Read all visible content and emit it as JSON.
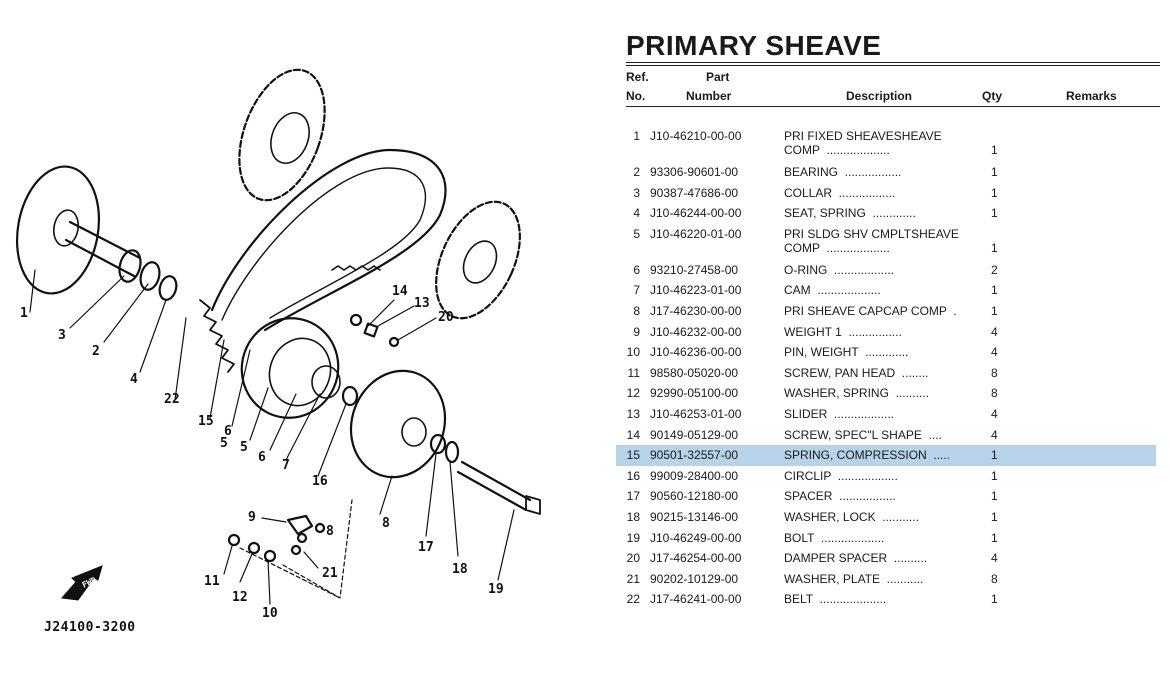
{
  "diagram": {
    "drawing_code": "J24100-3200",
    "fwd_label": "FWD",
    "callouts": [
      "1",
      "2",
      "3",
      "4",
      "5",
      "6",
      "7",
      "8",
      "9",
      "10",
      "11",
      "12",
      "13",
      "14",
      "15",
      "16",
      "17",
      "18",
      "19",
      "20",
      "21",
      "22",
      "6",
      "5",
      "8"
    ]
  },
  "table": {
    "title": "PRIMARY SHEAVE",
    "headers": {
      "ref_line1": "Ref.",
      "ref_line2": "No.",
      "part_line1": "Part",
      "part_line2": "Number",
      "description": "Description",
      "qty": "Qty",
      "remarks": "Remarks"
    },
    "highlighted_ref": "15",
    "rows": [
      {
        "ref": "1",
        "part": "J10-46210-00-00",
        "desc1": "PRI FIXED SHEAVESHEAVE",
        "desc2": "COMP  ...................",
        "qty": "1"
      },
      {
        "ref": "2",
        "part": "93306-90601-00",
        "desc1": "BEARING  .................",
        "desc2": "",
        "qty": "1"
      },
      {
        "ref": "3",
        "part": "90387-47686-00",
        "desc1": "COLLAR  .................",
        "desc2": "",
        "qty": "1"
      },
      {
        "ref": "4",
        "part": "J10-46244-00-00",
        "desc1": "SEAT, SPRING  .............",
        "desc2": "",
        "qty": "1"
      },
      {
        "ref": "5",
        "part": "J10-46220-01-00",
        "desc1": "PRI SLDG SHV CMPLTSHEAVE",
        "desc2": "COMP  ...................",
        "qty": "1"
      },
      {
        "ref": "6",
        "part": "93210-27458-00",
        "desc1": "O-RING  ..................",
        "desc2": "",
        "qty": "2"
      },
      {
        "ref": "7",
        "part": "J10-46223-01-00",
        "desc1": "CAM  ...................",
        "desc2": "",
        "qty": "1"
      },
      {
        "ref": "8",
        "part": "J17-46230-00-00",
        "desc1": "PRI SHEAVE CAPCAP COMP  .",
        "desc2": "",
        "qty": "1"
      },
      {
        "ref": "9",
        "part": "J10-46232-00-00",
        "desc1": "WEIGHT 1  ................",
        "desc2": "",
        "qty": "4"
      },
      {
        "ref": "10",
        "part": "J10-46236-00-00",
        "desc1": "PIN, WEIGHT  .............",
        "desc2": "",
        "qty": "4"
      },
      {
        "ref": "11",
        "part": "98580-05020-00",
        "desc1": "SCREW, PAN HEAD  ........",
        "desc2": "",
        "qty": "8"
      },
      {
        "ref": "12",
        "part": "92990-05100-00",
        "desc1": "WASHER, SPRING  ..........",
        "desc2": "",
        "qty": "8"
      },
      {
        "ref": "13",
        "part": "J10-46253-01-00",
        "desc1": "SLIDER  ..................",
        "desc2": "",
        "qty": "4"
      },
      {
        "ref": "14",
        "part": "90149-05129-00",
        "desc1": "SCREW, SPEC\"L SHAPE  ....",
        "desc2": "",
        "qty": "4"
      },
      {
        "ref": "15",
        "part": "90501-32557-00",
        "desc1": "SPRING, COMPRESSION  .....",
        "desc2": "",
        "qty": "1"
      },
      {
        "ref": "16",
        "part": "99009-28400-00",
        "desc1": "CIRCLIP  ..................",
        "desc2": "",
        "qty": "1"
      },
      {
        "ref": "17",
        "part": "90560-12180-00",
        "desc1": "SPACER  .................",
        "desc2": "",
        "qty": "1"
      },
      {
        "ref": "18",
        "part": "90215-13146-00",
        "desc1": "WASHER, LOCK  ...........",
        "desc2": "",
        "qty": "1"
      },
      {
        "ref": "19",
        "part": "J10-46249-00-00",
        "desc1": "BOLT  ...................",
        "desc2": "",
        "qty": "1"
      },
      {
        "ref": "20",
        "part": "J17-46254-00-00",
        "desc1": "DAMPER SPACER  ..........",
        "desc2": "",
        "qty": "4"
      },
      {
        "ref": "21",
        "part": "90202-10129-00",
        "desc1": "WASHER, PLATE  ...........",
        "desc2": "",
        "qty": "8"
      },
      {
        "ref": "22",
        "part": "J17-46241-00-00",
        "desc1": "BELT  ....................",
        "desc2": "",
        "qty": "1"
      }
    ]
  }
}
